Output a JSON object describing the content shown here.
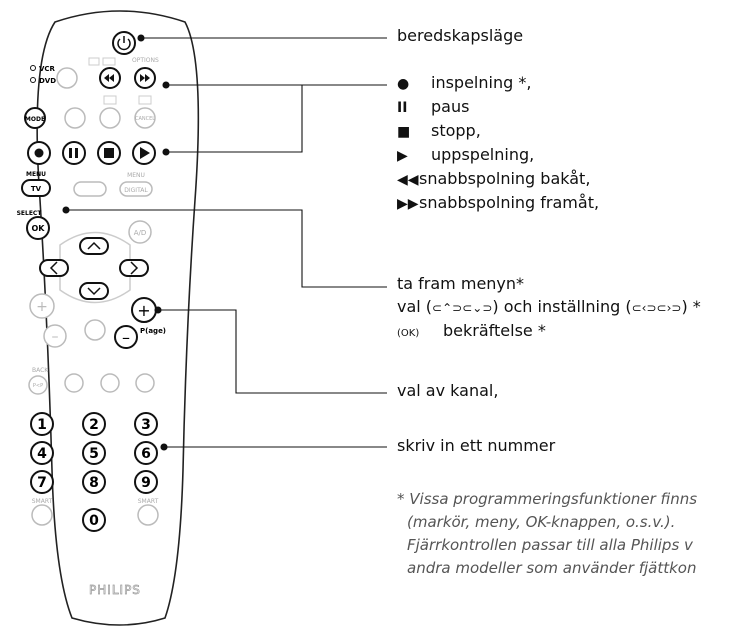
{
  "labels": {
    "standby": "beredskapsläge",
    "record": "inspelning *,",
    "pause": "paus",
    "stop": "stopp,",
    "play": "uppspelning,",
    "rewind": "snabbspolning bakåt,",
    "forward": "snabbspolning framåt,",
    "menu": "ta fram menyn*",
    "select_prefix": "val (",
    "select_mid": ") och inställning (",
    "select_suffix": ") *",
    "confirm": "bekräftelse *",
    "channel": "val av kanal,",
    "number": "skriv in ett nummer"
  },
  "footnote": {
    "line1": "* Vissa programmeringsfunktioner finns",
    "line2": "(markör, meny, OK-knappen, o.s.v.).",
    "line3": "Fjärrkontrollen passar till alla Philips v",
    "line4": "andra modeller som använder fjättkon"
  },
  "remote": {
    "brand": "PHILIPS",
    "vcr": "VCR",
    "dvd": "DVD",
    "options": "OPTIONS",
    "mode": "MODE",
    "cancel": "CANCEL",
    "menu_label": "MENU",
    "tv": "TV",
    "menu_label2": "MENU",
    "digital": "DIGITAL",
    "select_label": "SELECT",
    "ok": "OK",
    "ad": "A/D",
    "page": "P(age)",
    "back": "BACK",
    "pp": "P<P",
    "smart1": "SMART",
    "smart2": "SMART",
    "digits": [
      "1",
      "2",
      "3",
      "4",
      "5",
      "6",
      "7",
      "8",
      "9",
      "0"
    ]
  }
}
